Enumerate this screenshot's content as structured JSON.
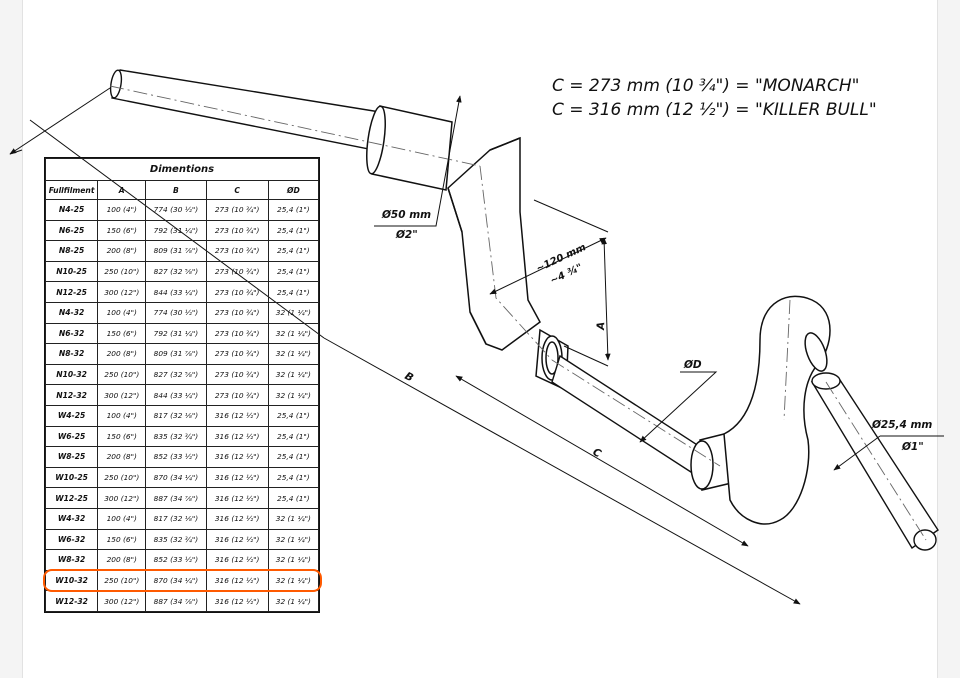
{
  "notes": {
    "monarch": "C = 273 mm (10 ¾\") = \"MONARCH\"",
    "killer_bull": "C = 316 mm (12 ½\") = \"KILLER BULL\""
  },
  "labels": {
    "diameter_50": "Ø50 mm",
    "diameter_2": "Ø2\"",
    "length_120": "~120 mm",
    "length_4_3_4": "~4 ¾\"",
    "dim_a": "A",
    "dim_b": "B",
    "dim_c": "C",
    "dim_d": "ØD",
    "diameter_25_4": "Ø25,4 mm",
    "diameter_1": "Ø1\""
  },
  "table": {
    "title": "Dimentions",
    "headers": [
      "Fullfilment",
      "A",
      "B",
      "C",
      "ØD"
    ],
    "rows": [
      [
        "N4-25",
        "100 (4\")",
        "774 (30 ½\")",
        "273 (10 ¾\")",
        "25,4 (1\")"
      ],
      [
        "N6-25",
        "150 (6\")",
        "792 (31 ¼\")",
        "273 (10 ¾\")",
        "25,4 (1\")"
      ],
      [
        "N8-25",
        "200 (8\")",
        "809 (31 ⅞\")",
        "273 (10 ¾\")",
        "25,4 (1\")"
      ],
      [
        "N10-25",
        "250 (10\")",
        "827 (32 ⅝\")",
        "273 (10 ¾\")",
        "25,4 (1\")"
      ],
      [
        "N12-25",
        "300 (12\")",
        "844 (33 ¼\")",
        "273 (10 ¾\")",
        "25,4 (1\")"
      ],
      [
        "N4-32",
        "100 (4\")",
        "774 (30 ½\")",
        "273 (10 ¾\")",
        "32 (1 ¼\")"
      ],
      [
        "N6-32",
        "150 (6\")",
        "792 (31 ¼\")",
        "273 (10 ¾\")",
        "32 (1 ¼\")"
      ],
      [
        "N8-32",
        "200 (8\")",
        "809 (31 ⅞\")",
        "273 (10 ¾\")",
        "32 (1 ¼\")"
      ],
      [
        "N10-32",
        "250 (10\")",
        "827 (32 ⅝\")",
        "273 (10 ¾\")",
        "32 (1 ¼\")"
      ],
      [
        "N12-32",
        "300 (12\")",
        "844 (33 ¼\")",
        "273 (10 ¾\")",
        "32 (1 ¼\")"
      ],
      [
        "W4-25",
        "100 (4\")",
        "817 (32 ⅛\")",
        "316 (12 ½\")",
        "25,4 (1\")"
      ],
      [
        "W6-25",
        "150 (6\")",
        "835 (32 ¾\")",
        "316 (12 ½\")",
        "25,4 (1\")"
      ],
      [
        "W8-25",
        "200 (8\")",
        "852 (33 ½\")",
        "316 (12 ½\")",
        "25,4 (1\")"
      ],
      [
        "W10-25",
        "250 (10\")",
        "870 (34 ¼\")",
        "316 (12 ½\")",
        "25,4 (1\")"
      ],
      [
        "W12-25",
        "300 (12\")",
        "887 (34 ⅞\")",
        "316 (12 ½\")",
        "25,4 (1\")"
      ],
      [
        "W4-32",
        "100 (4\")",
        "817 (32 ⅛\")",
        "316 (12 ½\")",
        "32 (1 ¼\")"
      ],
      [
        "W6-32",
        "150 (6\")",
        "835 (32 ¾\")",
        "316 (12 ½\")",
        "32 (1 ¼\")"
      ],
      [
        "W8-32",
        "200 (8\")",
        "852 (33 ½\")",
        "316 (12 ½\")",
        "32 (1 ¼\")"
      ],
      [
        "W10-32",
        "250 (10\")",
        "870 (34 ¼\")",
        "316 (12 ½\")",
        "32 (1 ¼\")"
      ],
      [
        "W12-32",
        "300 (12\")",
        "887 (34 ⅞\")",
        "316 (12 ½\")",
        "32 (1 ¼\")"
      ]
    ],
    "highlighted_row": 18
  },
  "colors": {
    "ink": "#111111",
    "highlight": "#ff5a00",
    "paper": "#ffffff"
  }
}
